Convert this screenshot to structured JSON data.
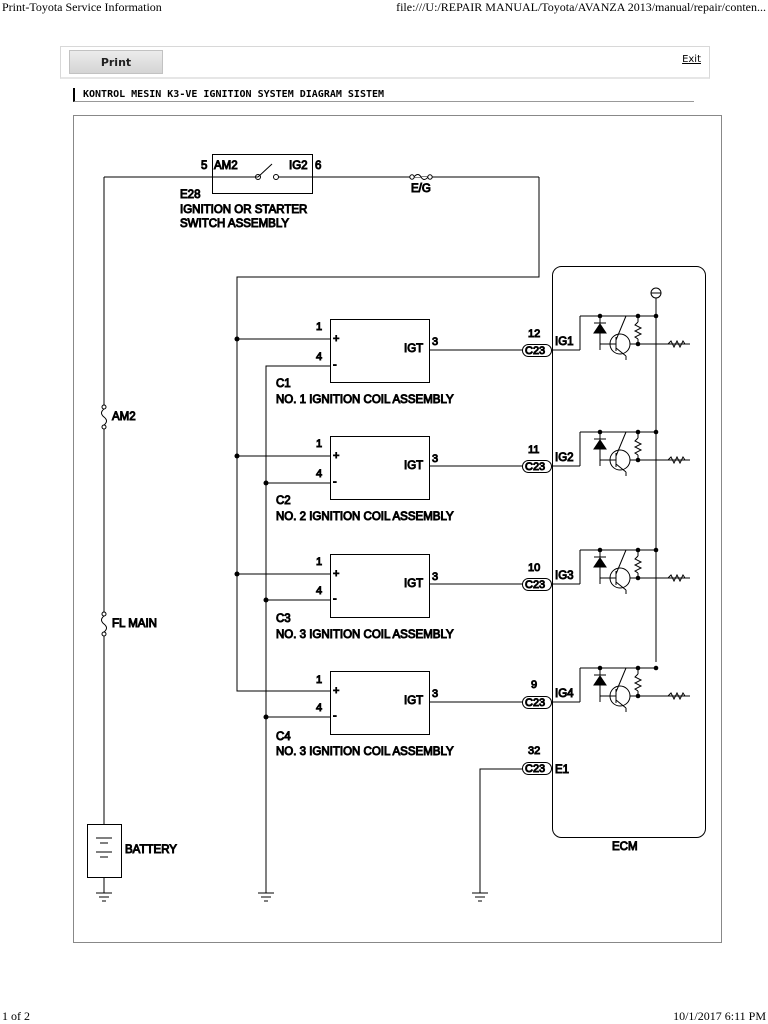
{
  "browser_header": {
    "left": "Print-Toyota Service Information",
    "right": "file:///U:/REPAIR MANUAL/Toyota/AVANZA 2013/manual/repair/conten..."
  },
  "browser_footer": {
    "left": "1 of 2",
    "right": "10/1/2017 6:11 PM"
  },
  "toolbar": {
    "print_label": "Print",
    "exit_label": "Exit"
  },
  "page_title": "KONTROL MESIN K3-VE  IGNITION SYSTEM  DIAGRAM SISTEM",
  "diagram": {
    "switch": {
      "pin_left": "5",
      "label_left": "AM2",
      "label_right": "IG2",
      "pin_right": "6",
      "code": "E28",
      "name_line1": "IGNITION OR STARTER",
      "name_line2": "SWITCH ASSEMBLY"
    },
    "fuse_eg": "E/G",
    "fuse_am2": "AM2",
    "fuse_fl_main": "FL MAIN",
    "battery": "BATTERY",
    "ecm_label": "ECM",
    "coil_plus": "+",
    "coil_minus": "-",
    "coils": [
      {
        "code": "C1",
        "name": "NO. 1 IGNITION COIL ASSEMBLY",
        "pin_plus": "1",
        "pin_minus": "4",
        "pin_out": "3",
        "label": "IGT",
        "ecm_pin": "12",
        "connector": "C23",
        "signal": "IG1"
      },
      {
        "code": "C2",
        "name": "NO. 2 IGNITION COIL ASSEMBLY",
        "pin_plus": "1",
        "pin_minus": "4",
        "pin_out": "3",
        "label": "IGT",
        "ecm_pin": "11",
        "connector": "C23",
        "signal": "IG2"
      },
      {
        "code": "C3",
        "name": "NO. 3 IGNITION COIL ASSEMBLY",
        "pin_plus": "1",
        "pin_minus": "4",
        "pin_out": "3",
        "label": "IGT",
        "ecm_pin": "10",
        "connector": "C23",
        "signal": "IG3"
      },
      {
        "code": "C4",
        "name": "NO. 3 IGNITION COIL ASSEMBLY",
        "pin_plus": "1",
        "pin_minus": "4",
        "pin_out": "3",
        "label": "IGT",
        "ecm_pin": "9",
        "connector": "C23",
        "signal": "IG4"
      }
    ],
    "ground": {
      "ecm_pin": "32",
      "connector": "C23",
      "signal": "E1"
    }
  }
}
